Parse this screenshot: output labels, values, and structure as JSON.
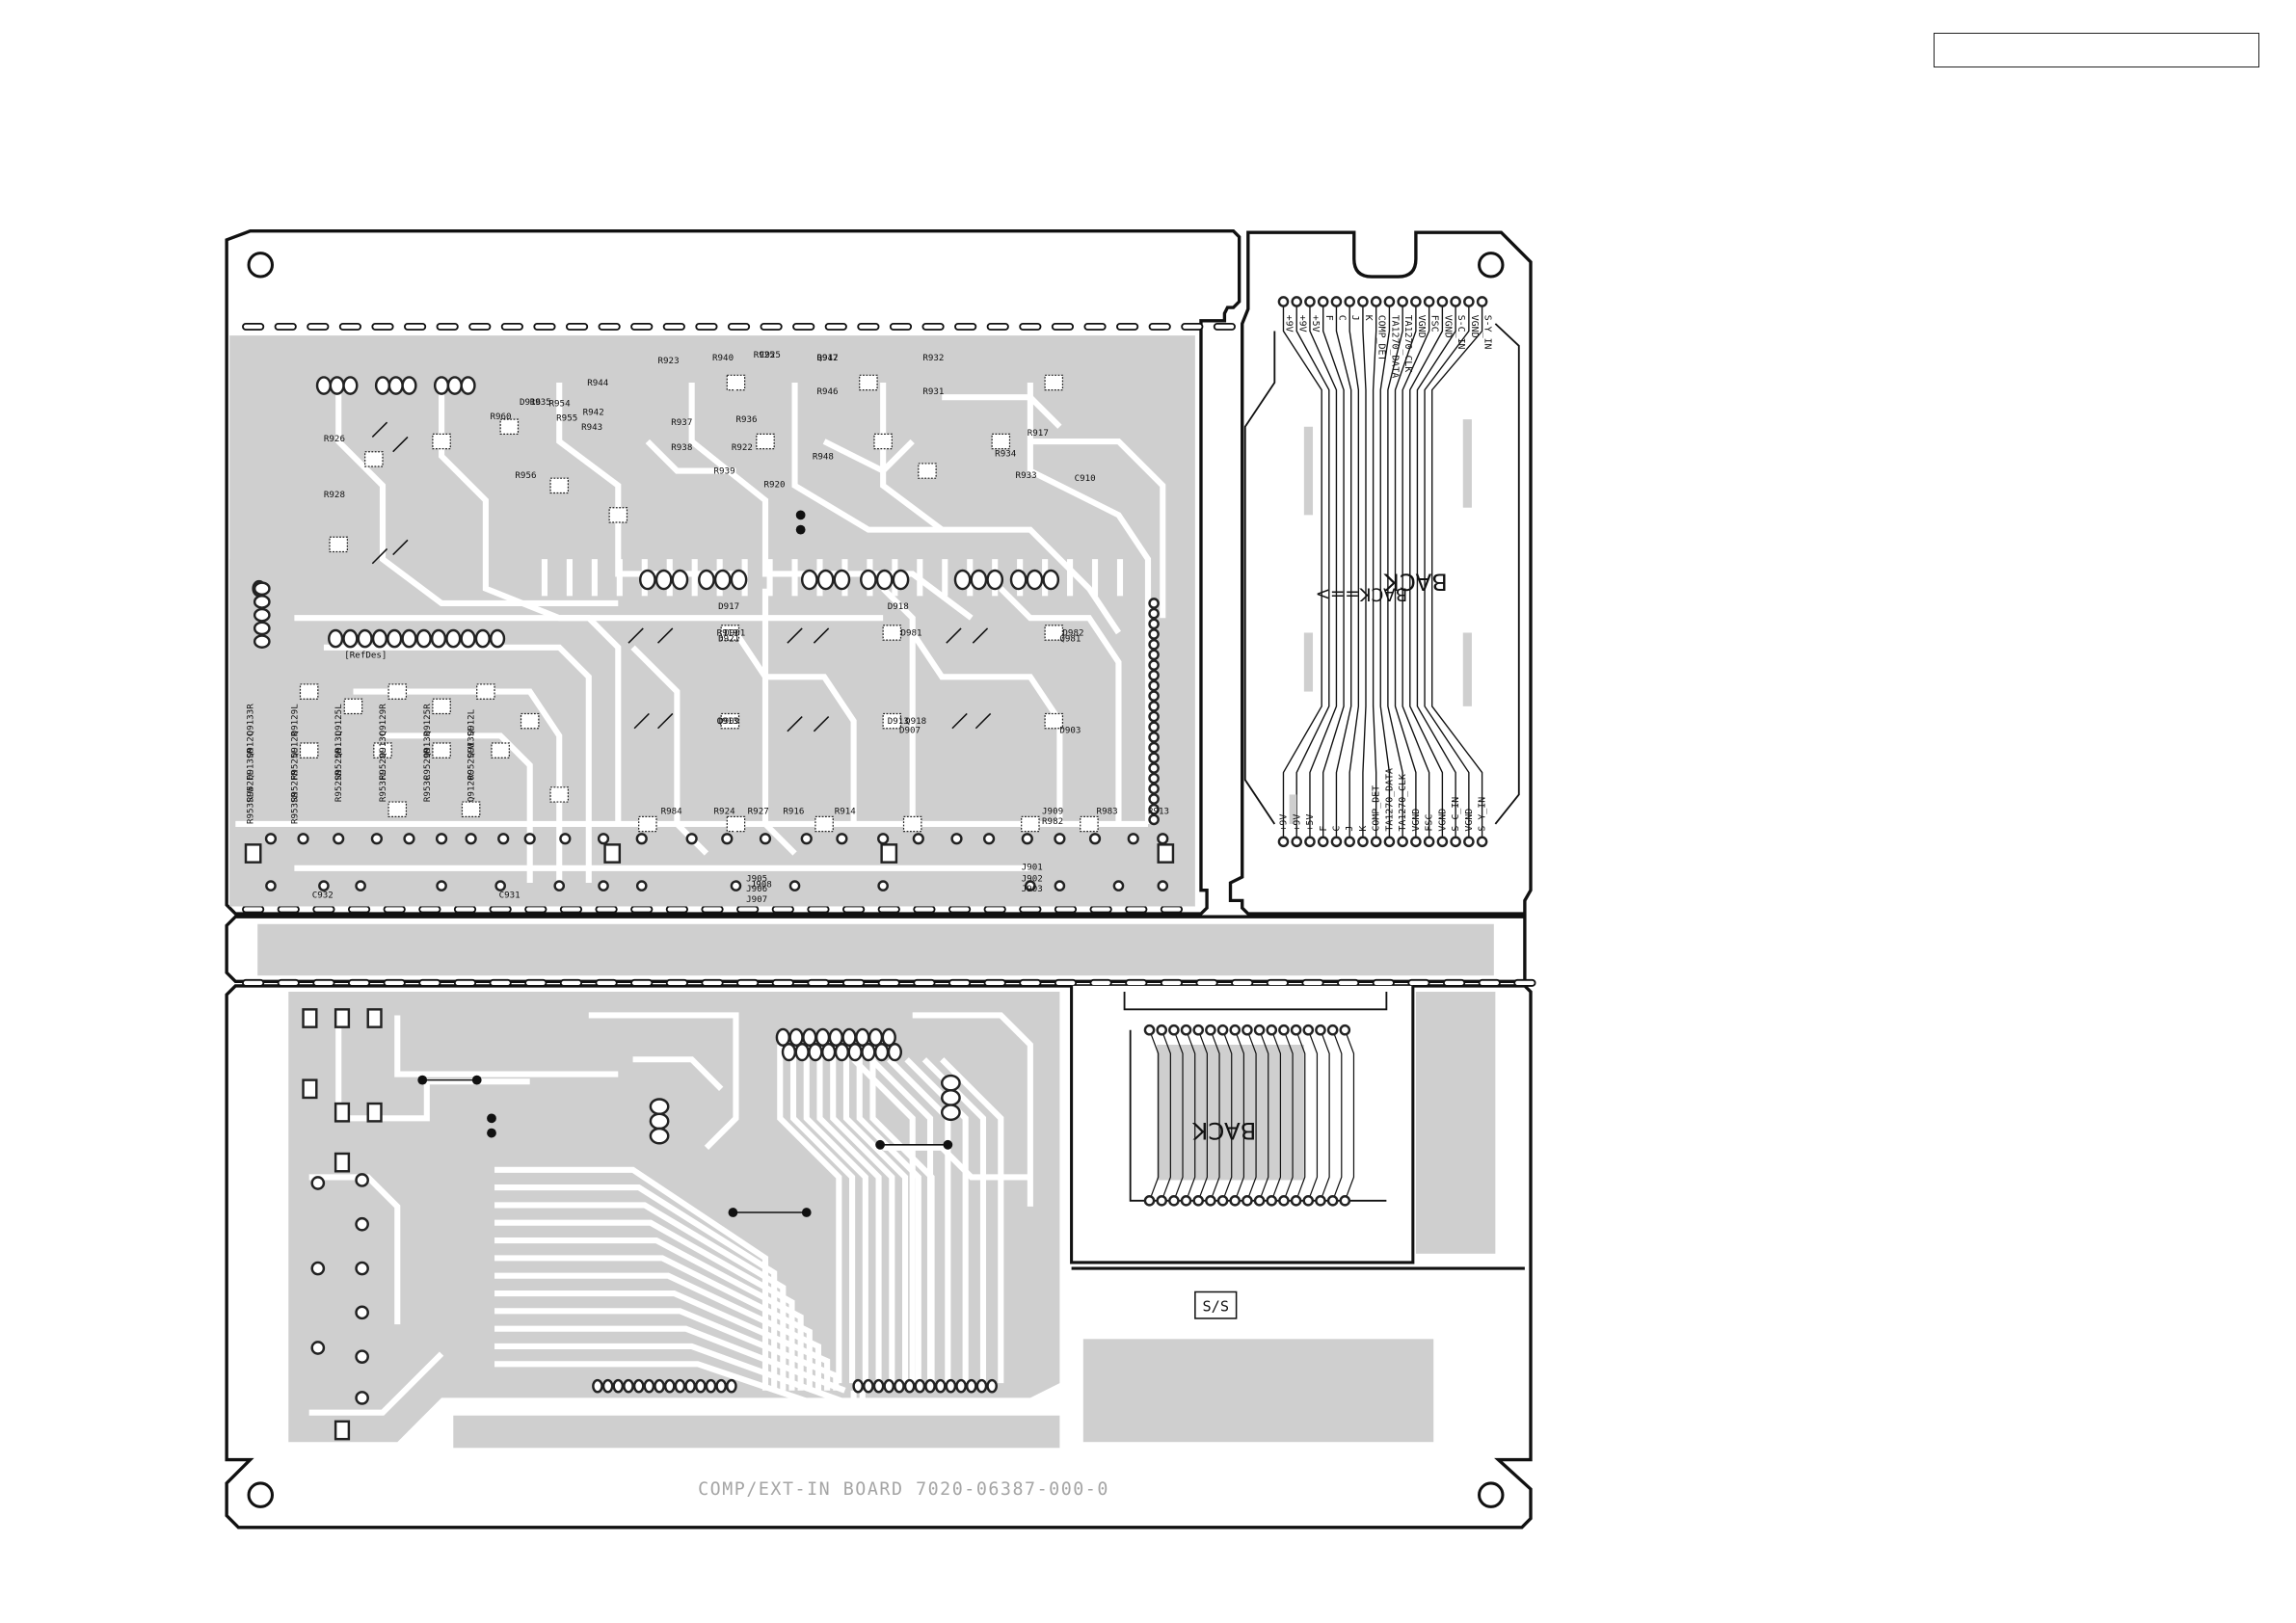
{
  "header": {
    "text": ""
  },
  "board": {
    "title": "COMP/EXT-IN BOARD 7020-06387-000-0",
    "colors": {
      "copper": "#cfcfcf",
      "outline": "#111111",
      "silk": "#111111",
      "board_label": "#a5a5a5"
    }
  },
  "upper_left": {
    "part_labels": [
      "R947",
      "R932",
      "R925",
      "R923",
      "R946",
      "R940",
      "R931",
      "R917",
      "R934",
      "R933",
      "R936",
      "R937",
      "R938",
      "R939",
      "R922",
      "R920",
      "R948",
      "R956",
      "R926",
      "R928",
      "R935",
      "R960",
      "R954",
      "R955",
      "R944",
      "R942",
      "R943",
      "C910",
      "C925",
      "C931",
      "C932",
      "D916",
      "D917",
      "D918",
      "D909",
      "D913",
      "D981",
      "D982",
      "D907",
      "D903",
      "D901",
      "D921",
      "J901",
      "J902",
      "J903",
      "J905",
      "J906",
      "J907",
      "J908",
      "J909",
      "R982",
      "R983",
      "R984",
      "R913",
      "R914",
      "R924",
      "R927",
      "R916",
      "R919",
      "Q913",
      "Q918",
      "Q981",
      "Q912"
    ],
    "block_label": "[RefDes]",
    "cluster_labels": [
      "Q9133R",
      "Q9129L",
      "Q9125L",
      "Q9129R",
      "Q9125R",
      "Q912L",
      "Q912C",
      "Q912R",
      "Q913L",
      "Q913C",
      "Q913R",
      "Q913SL",
      "Q913SR",
      "R9525L",
      "R9525R",
      "R9529L",
      "R9529R",
      "R952SLW",
      "R952FL",
      "R952FR",
      "R952SR",
      "R953FL",
      "R953C",
      "Q9120C",
      "R953SLW",
      "R953SR"
    ]
  },
  "upper_right": {
    "connector_top_labels": [
      "+9V",
      "+9V",
      "+5V",
      "F",
      "C",
      "J",
      "K",
      "COMP_DET",
      "TA1270_DATA",
      "TA1270_CLK",
      "VGND",
      "FSC",
      "VGND",
      "S-C_IN",
      "VGND",
      "S-Y_IN"
    ],
    "connector_bottom_labels": [
      "+9V",
      "+9V",
      "+5V",
      "F",
      "C",
      "J",
      "K",
      "COMP_DET",
      "TA1270_DATA",
      "TA1270_CLK",
      "VGND",
      "FSC",
      "VGND",
      "S-C_IN",
      "VGND",
      "S-Y_IN"
    ],
    "back_label": "BACK",
    "back_arrow_label": "BACK==>"
  },
  "lower_right": {
    "back_label": "BACK",
    "ss_label": "S/S"
  }
}
